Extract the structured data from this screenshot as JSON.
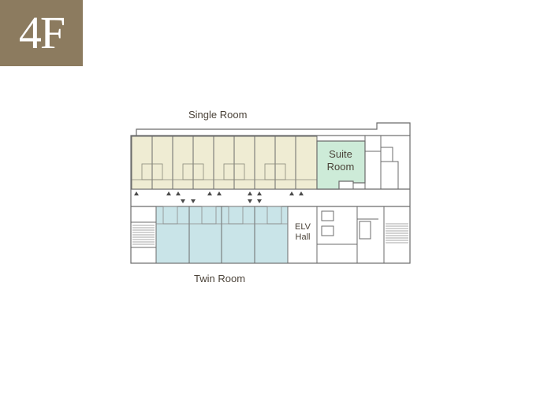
{
  "floor": {
    "label": "4F"
  },
  "labels": {
    "single_room": "Single Room",
    "twin_room": "Twin Room",
    "suite_line1": "Suite",
    "suite_line2": "Room",
    "elv_line1": "ELV",
    "elv_line2": "Hall"
  },
  "colors": {
    "badge": "#8c7b5f",
    "wall": "#6b6b6b",
    "single": "#efecd3",
    "twin": "#c9e4e8",
    "suite": "#cdebd8",
    "text": "#4a4238"
  }
}
